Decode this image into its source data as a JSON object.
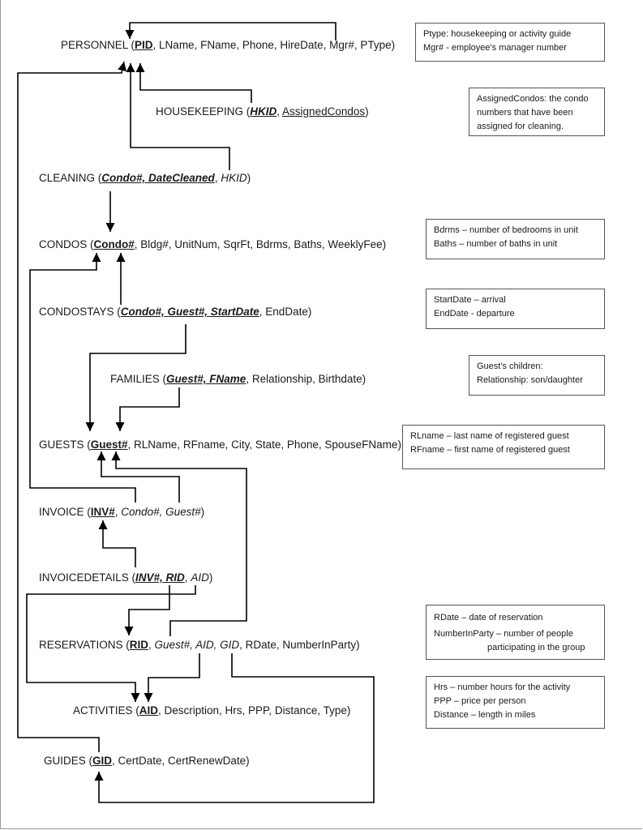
{
  "relations": {
    "personnel": {
      "name": "PERSONNEL",
      "open": " (",
      "pk": "PID",
      "rest": ", LName, FName, Phone, HireDate, Mgr#, PType)"
    },
    "housekeeping": {
      "name": "HOUSEKEEPING",
      "open": " (",
      "pk": "HKID",
      "sep": ", ",
      "assigned": "AssignedCondos",
      "close": ")"
    },
    "cleaning": {
      "name": "CLEANING",
      "open": " (",
      "pk": "Condo#, DateCleaned",
      "sep": ", ",
      "fk": "HKID",
      "close": ")"
    },
    "condos": {
      "name": "CONDOS",
      "open": " (",
      "pk": "Condo#",
      "rest": ", Bldg#, UnitNum, SqrFt, Bdrms, Baths, WeeklyFee)"
    },
    "condostays": {
      "name": "CONDOSTAYS",
      "open": " (",
      "pk": "Condo#, Guest#, StartDate",
      "rest": ", EndDate)"
    },
    "families": {
      "name": "FAMILIES",
      "open": " (",
      "pk": "Guest#, FName",
      "rest": ", Relationship, Birthdate)"
    },
    "guests": {
      "name": "GUESTS",
      "open": " (",
      "pk": "Guest#",
      "rest": ", RLName, RFname, City, State, Phone, SpouseFName)"
    },
    "invoice": {
      "name": "INVOICE",
      "open": " (",
      "pk": "INV#",
      "sep": ", ",
      "fk": "Condo#, Guest#",
      "close": ")"
    },
    "invoicedetails": {
      "name": "INVOICEDETAILS",
      "open": " (",
      "pk": "INV#, RID",
      "sep": ", ",
      "fk": "AID",
      "close": ")"
    },
    "reservations": {
      "name": "RESERVATIONS",
      "open": " (",
      "pk": "RID",
      "sep": ", ",
      "fk": "Guest#, AID, GID",
      "rest": ", RDate, NumberInParty)"
    },
    "activities": {
      "name": "ACTIVITIES",
      "open": " (",
      "pk": "AID",
      "rest": ", Description, Hrs, PPP, Distance, Type)"
    },
    "guides": {
      "name": "GUIDES",
      "open": " (",
      "pk": "GID",
      "rest": ", CertDate, CertRenewDate)"
    }
  },
  "notes": {
    "personnel": [
      "Ptype: housekeeping or activity guide",
      "Mgr# - employee's manager number"
    ],
    "housekeeping": [
      "AssignedCondos: the condo",
      "numbers that have been",
      "assigned for cleaning."
    ],
    "condos": [
      "Bdrms – number of bedrooms in unit",
      "Baths – number of baths in unit"
    ],
    "condostays": [
      "StartDate – arrival",
      "EndDate - departure"
    ],
    "families": [
      "Guest's children:",
      "Relationship: son/daughter"
    ],
    "guests": [
      "RLname – last name of registered guest",
      "RFname – first name of registered guest"
    ],
    "reservations": [
      "RDate – date of reservation",
      "NumberInParty – number of people",
      "participating in the group"
    ],
    "activities": [
      "Hrs – number hours for the activity",
      "PPP – price per person",
      "Distance – length in miles"
    ]
  }
}
